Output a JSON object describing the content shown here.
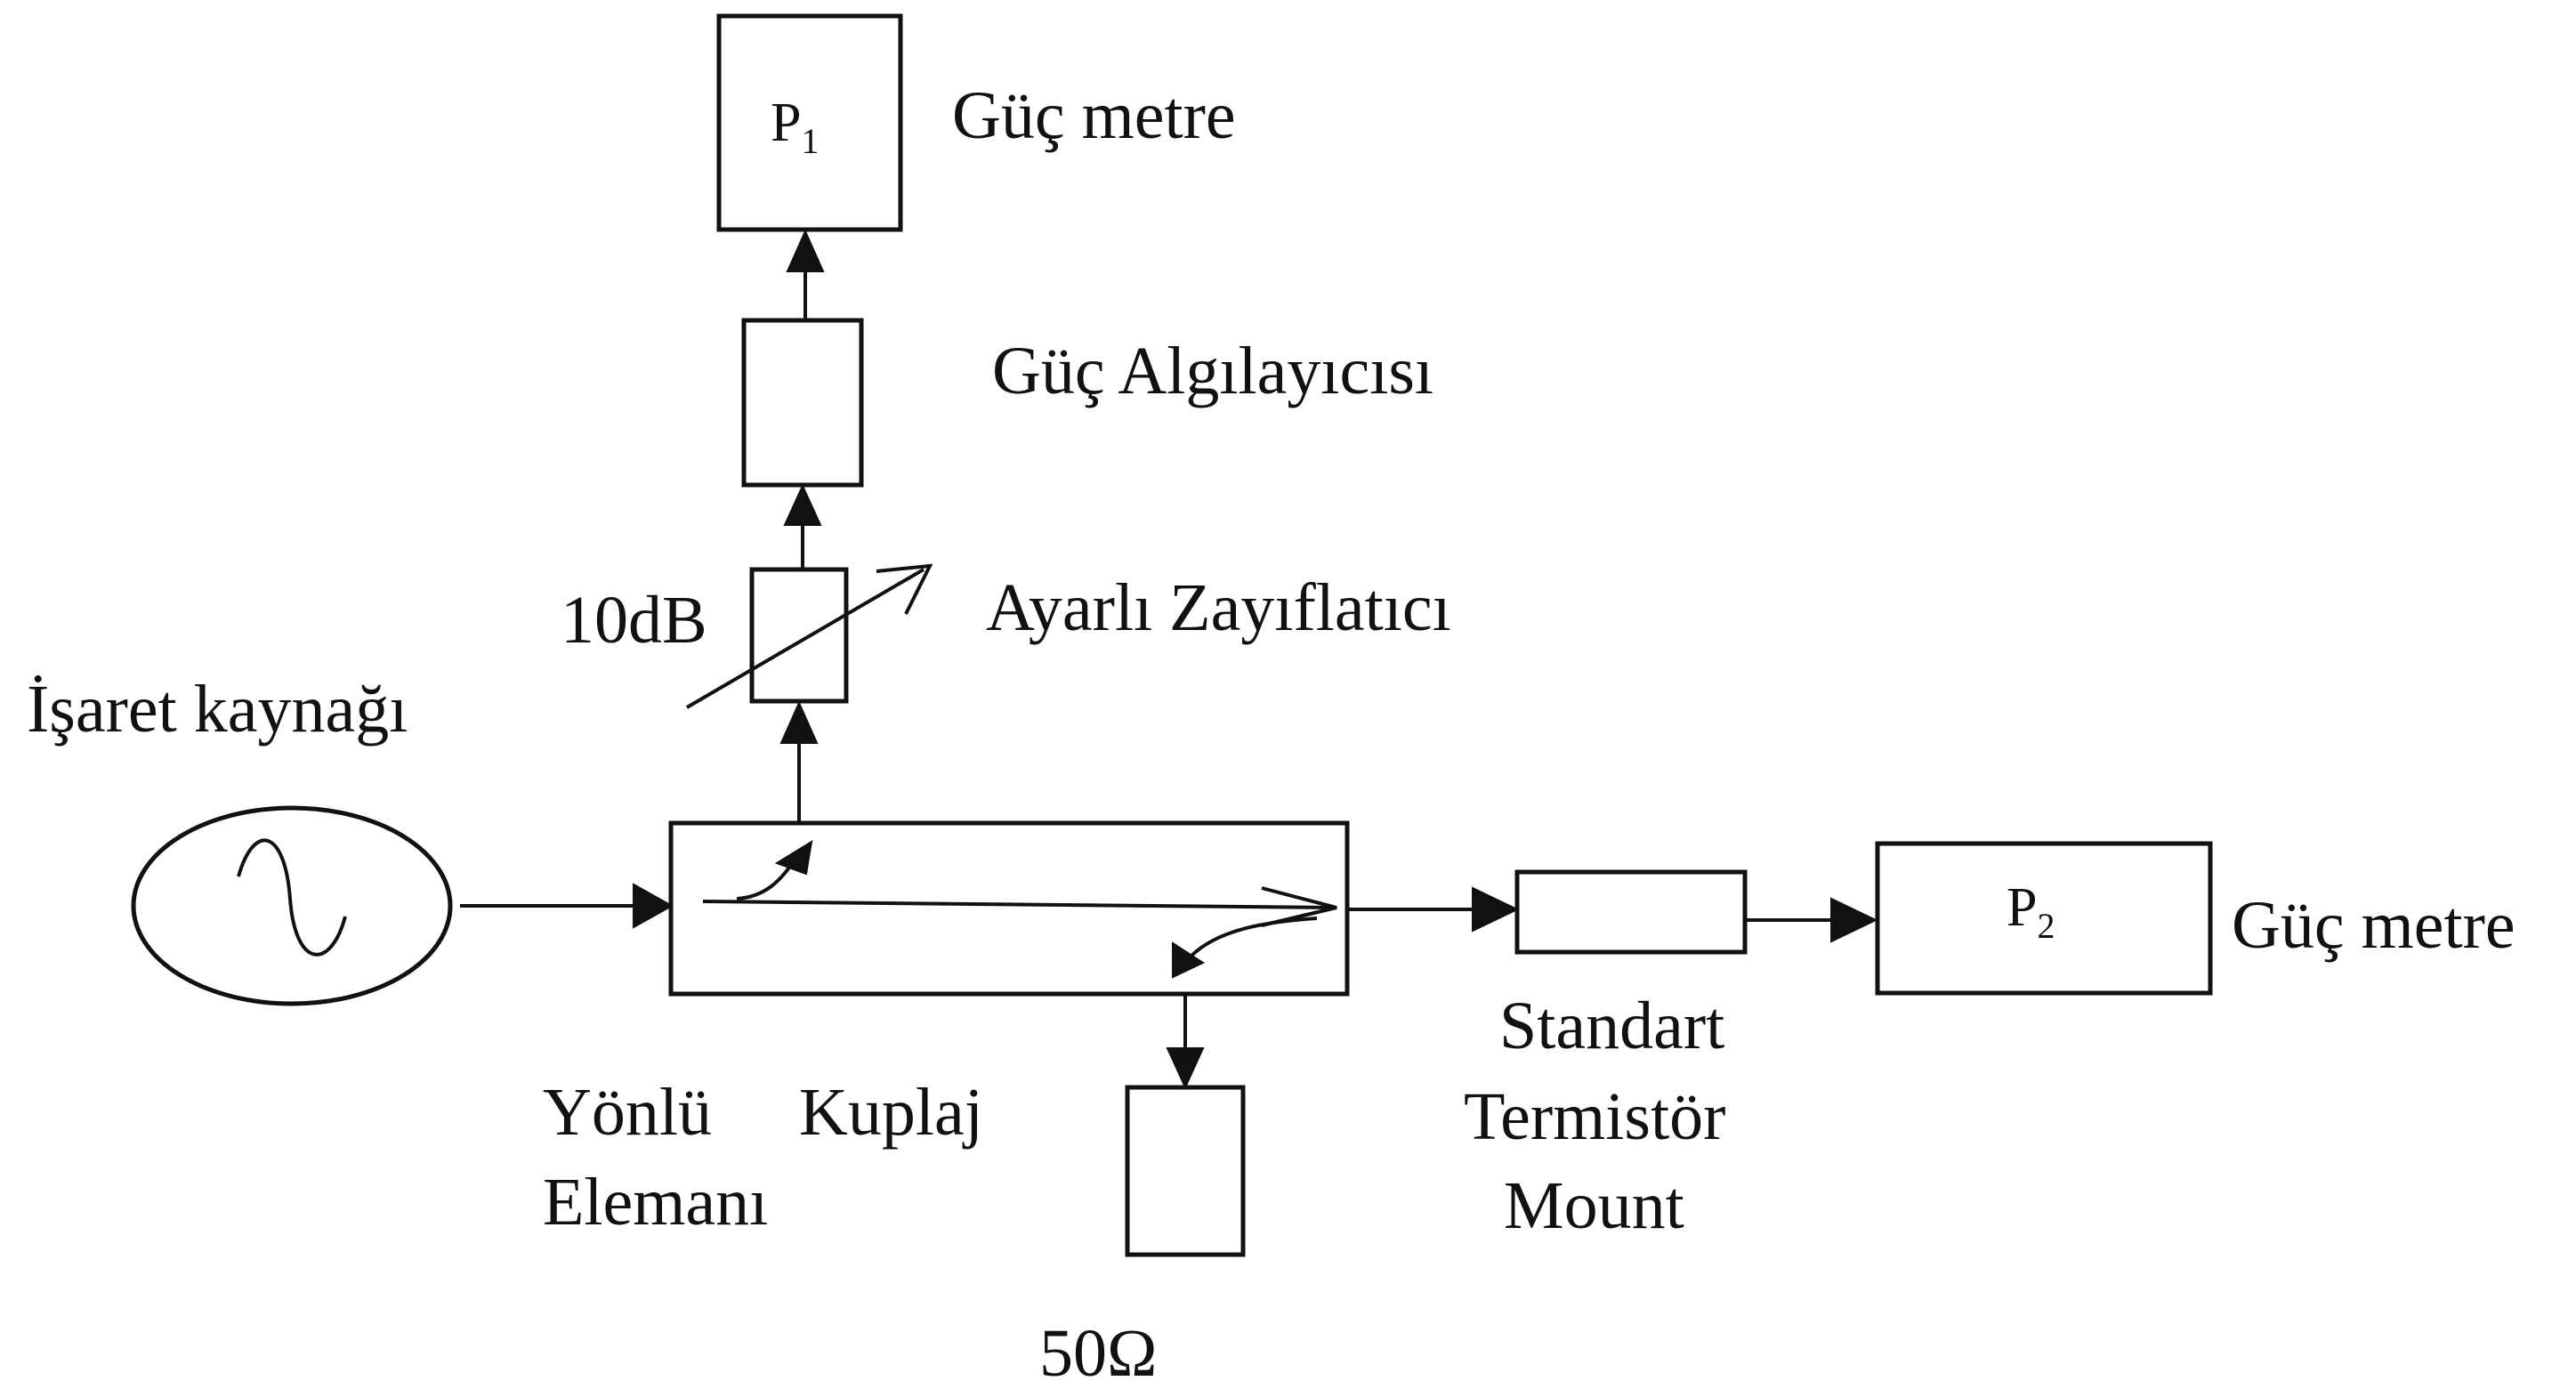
{
  "diagram": {
    "title": "",
    "labels": {
      "power_meter_1": "Güç metre",
      "power_meter_2": "Güç metre",
      "power_sensor": "Güç Algılayıcısı",
      "attenuator": "Ayarlı Zayıflatıcı",
      "attenuation_value": "10dB",
      "signal_source": "İşaret kaynağı",
      "coupler_line1_a": "Yönlü",
      "coupler_line1_b": "Kuplaj",
      "coupler_line2": "Elemanı",
      "termination": "50Ω",
      "mount_line1": "Standart",
      "mount_line2": "Termistör",
      "mount_line3": "Mount"
    },
    "p1": {
      "main": "P",
      "sub": "1"
    },
    "p2": {
      "main": "P",
      "sub": "2"
    },
    "colors": {
      "ink": "#111111",
      "background": "#ffffff"
    }
  }
}
